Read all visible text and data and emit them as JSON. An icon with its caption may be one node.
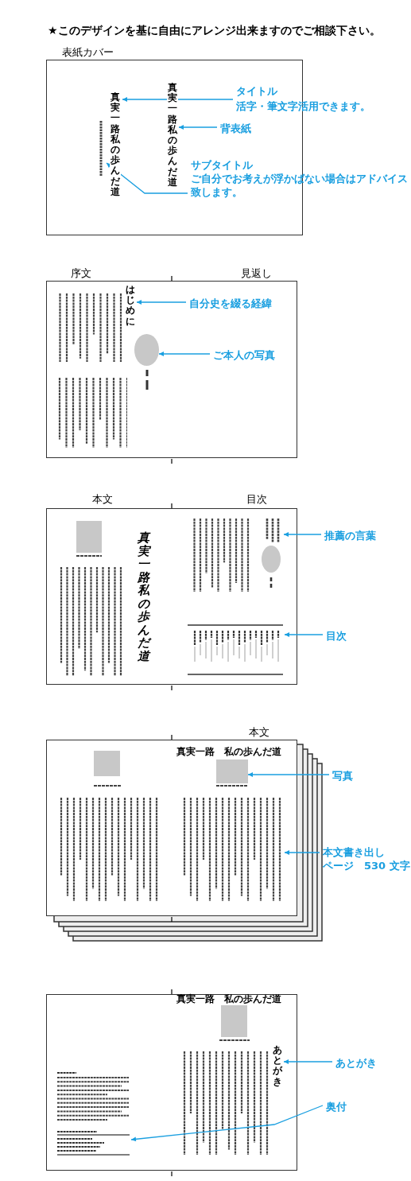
{
  "diagram": {
    "title": "★このデザインを基に自由にアレンジ出来ますのでご相談下さい。",
    "nodes": [
      {
        "text": [
          "表紙カバー"
        ]
      },
      {
        "text": [
          "真実一路私の歩んだ道"
        ],
        "in": 0
      },
      {
        "text": [],
        "shape": "box",
        "in": 0
      },
      {
        "text": [
          "真実一路私の歩んだ道"
        ],
        "in": 0
      },
      {
        "text": [
          "タイトル",
          "活字・筆文字活用できます。"
        ]
      },
      {
        "text": [
          "背表紙"
        ],
        "in": 0
      },
      {
        "text": [
          "サブタイトル",
          "ご自分でお考えが浮かばない場合はアドバイス致します。"
        ]
      },
      {
        "text": [
          "序文",
          "見返し"
        ]
      },
      {
        "text": [
          "はじめに"
        ],
        "in": 7
      },
      {
        "text": [],
        "shape": "circle",
        "in": 7
      },
      {
        "text": [
          "自分史を綴る経緯"
        ],
        "in": 7
      },
      {
        "text": [
          "ご本人の写真"
        ],
        "in": 7
      },
      {
        "text": [
          "本文",
          "目次"
        ]
      },
      {
        "text": [
          "真実一路私の歩んだ道"
        ],
        "in": 12
      },
      {
        "text": [],
        "shape": "box",
        "in": 12
      },
      {
        "text": [],
        "shape": "box",
        "in": 12
      },
      {
        "text": [
          "推薦の言葉"
        ]
      },
      {
        "text": [
          "目次"
        ]
      },
      {
        "text": [
          "本文"
        ]
      },
      {
        "text": [
          "真実一路　私の歩んだ道"
        ],
        "in": 18
      },
      {
        "text": [],
        "shape": "box",
        "in": 18
      },
      {
        "text": [],
        "shape": "box",
        "in": 18
      },
      {
        "text": [],
        "shape": "box",
        "in": 18
      },
      {
        "text": [
          "写真"
        ]
      },
      {
        "text": [
          "本文書き出しページ　530 文字"
        ]
      },
      {
        "text": [],
        "shape": "box"
      },
      {
        "text": [
          "真実一路　私の歩んだ道"
        ],
        "in": 25
      },
      {
        "text": [],
        "shape": "box",
        "in": 25
      },
      {
        "text": [
          "あとがき"
        ],
        "in": 25
      },
      {
        "text": [],
        "shape": "box",
        "in": 25
      },
      {
        "text": [
          "あとがき"
        ]
      },
      {
        "text": [
          "奥付"
        ]
      }
    ],
    "edges": [
      {
        "from": 4,
        "to": 1,
        "arrow": "to"
      },
      {
        "from": 5,
        "to": 3,
        "arrow": "to"
      },
      {
        "from": 6,
        "to": 2,
        "arrow": "to"
      },
      {
        "from": 10,
        "to": 8,
        "arrow": "to"
      },
      {
        "from": 11,
        "to": 9,
        "arrow": "to"
      },
      {
        "from": 16,
        "to": 14,
        "arrow": "to"
      },
      {
        "from": 17,
        "to": 15,
        "arrow": "to"
      },
      {
        "from": 23,
        "to": 21,
        "arrow": "to"
      },
      {
        "from": 24,
        "to": 22,
        "arrow": "to"
      },
      {
        "from": 30,
        "to": 28,
        "arrow": "to"
      },
      {
        "from": 31,
        "to": 29,
        "arrow": "to"
      }
    ]
  }
}
